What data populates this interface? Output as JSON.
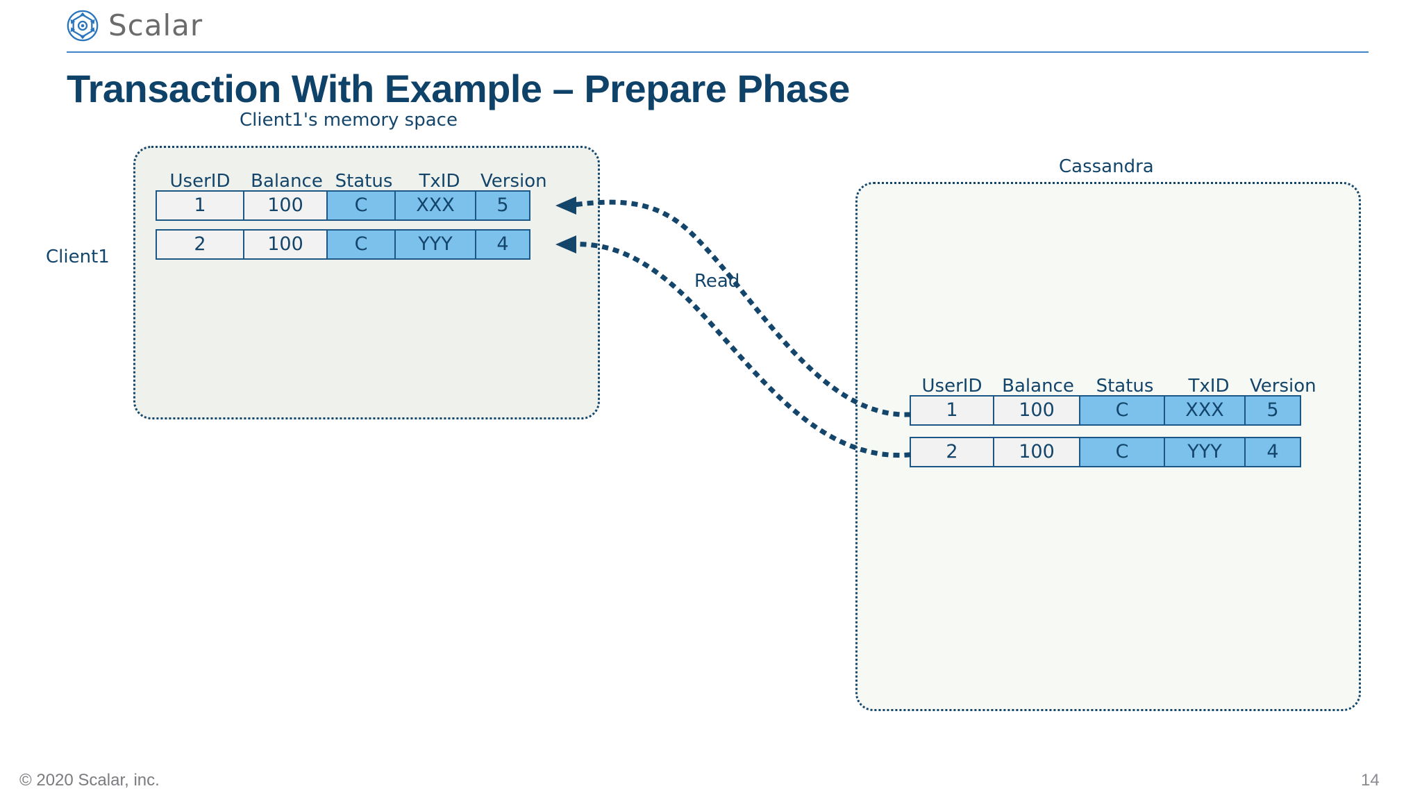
{
  "brand": {
    "logo_icon": "scalar-hexagon-logo-icon",
    "name": "Scalar",
    "accent_color": "#3f86c6"
  },
  "slide": {
    "title": "Transaction With Example – Prepare Phase",
    "title_color": "#0f4268"
  },
  "diagram": {
    "client_label": "Client1",
    "client_zone_label": "Client1's memory space",
    "cassandra_zone_label": "Cassandra",
    "arrow_label": "Read",
    "highlight_color": "#7cc0ec",
    "plain_cell_color": "#f3f2f2",
    "client_zone_bg": "#eff1ec",
    "cassandra_zone_bg": "#f7f9f4",
    "outline_color": "#14456b",
    "columns": [
      "UserID",
      "Balance",
      "Status",
      "TxID",
      "Version"
    ],
    "client_table": {
      "rows": [
        {
          "UserID": "1",
          "Balance": "100",
          "Status": "C",
          "TxID": "XXX",
          "Version": "5"
        },
        {
          "UserID": "2",
          "Balance": "100",
          "Status": "C",
          "TxID": "YYY",
          "Version": "4"
        }
      ]
    },
    "cassandra_table": {
      "rows": [
        {
          "UserID": "1",
          "Balance": "100",
          "Status": "C",
          "TxID": "XXX",
          "Version": "5"
        },
        {
          "UserID": "2",
          "Balance": "100",
          "Status": "C",
          "TxID": "YYY",
          "Version": "4"
        }
      ]
    }
  },
  "footer": {
    "copyright": "© 2020 Scalar, inc.",
    "page_number": "14"
  }
}
